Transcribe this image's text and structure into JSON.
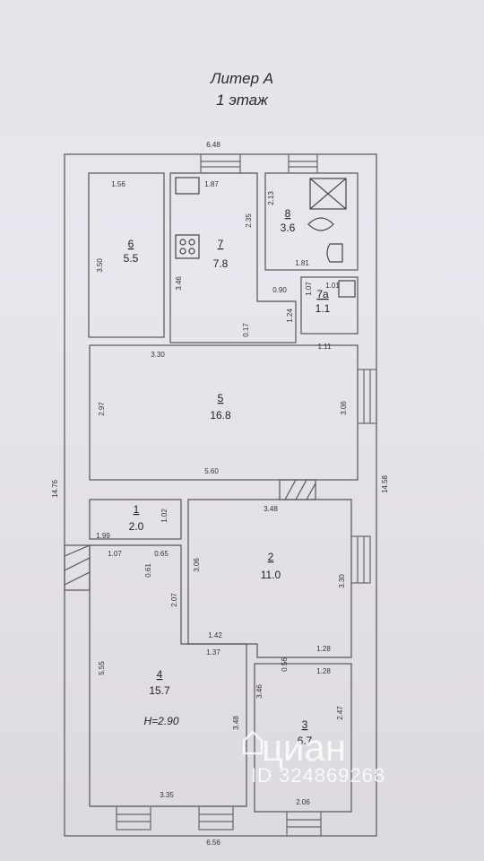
{
  "header": {
    "title": "Литер А",
    "subtitle": "1 этаж"
  },
  "rooms": [
    {
      "id": "6",
      "area": "5.5"
    },
    {
      "id": "7",
      "area": "7.8"
    },
    {
      "id": "8",
      "area": "3.6"
    },
    {
      "id": "7a",
      "area": "1.1"
    },
    {
      "id": "5",
      "area": "16.8"
    },
    {
      "id": "1",
      "area": "2.0"
    },
    {
      "id": "2",
      "area": "11.0"
    },
    {
      "id": "4",
      "area": "15.7"
    },
    {
      "id": "3",
      "area": "6.7"
    }
  ],
  "dimensions": {
    "top_total": "6.48",
    "bottom_total": "6.56",
    "left_total": "14.76",
    "right_total": "14.58",
    "r6_w": "1.56",
    "r6_h": "3.50",
    "r7_w": "1.87",
    "r7_h": "3.46",
    "r7_h2": "2.35",
    "r8_h": "2.13",
    "r8_w": "1.81",
    "d090": "0.90",
    "r7a_h": "1.07",
    "r7a_w": "1.01",
    "d124": "1.24",
    "d017": "0.17",
    "r5_top": "3.30",
    "r5_top2": "1.11",
    "r5_h": "2.97",
    "r5_h2": "3.06",
    "r5_w": "5.60",
    "r1_w": "1.99",
    "r1_h": "1.02",
    "r2_w": "3.48",
    "r4_w1": "1.07",
    "d065": "0.65",
    "d061": "0.61",
    "r2_h": "3.06",
    "r2_h2": "3.30",
    "r4_h2": "2.07",
    "d142": "1.42",
    "d137": "1.37",
    "r3_w": "1.28",
    "d056": "0.56",
    "r3_w2": "1.28",
    "r4_h": "5.55",
    "r4_h3": "3.48",
    "r3_h": "3.46",
    "r3_h2": "2.47",
    "r4_w": "3.35",
    "r3_w3": "2.06"
  },
  "height_note": "Н=2.90",
  "watermark": {
    "brand": "циан",
    "listing_id": "ID 324869268",
    "icon": "cian-house-icon"
  }
}
